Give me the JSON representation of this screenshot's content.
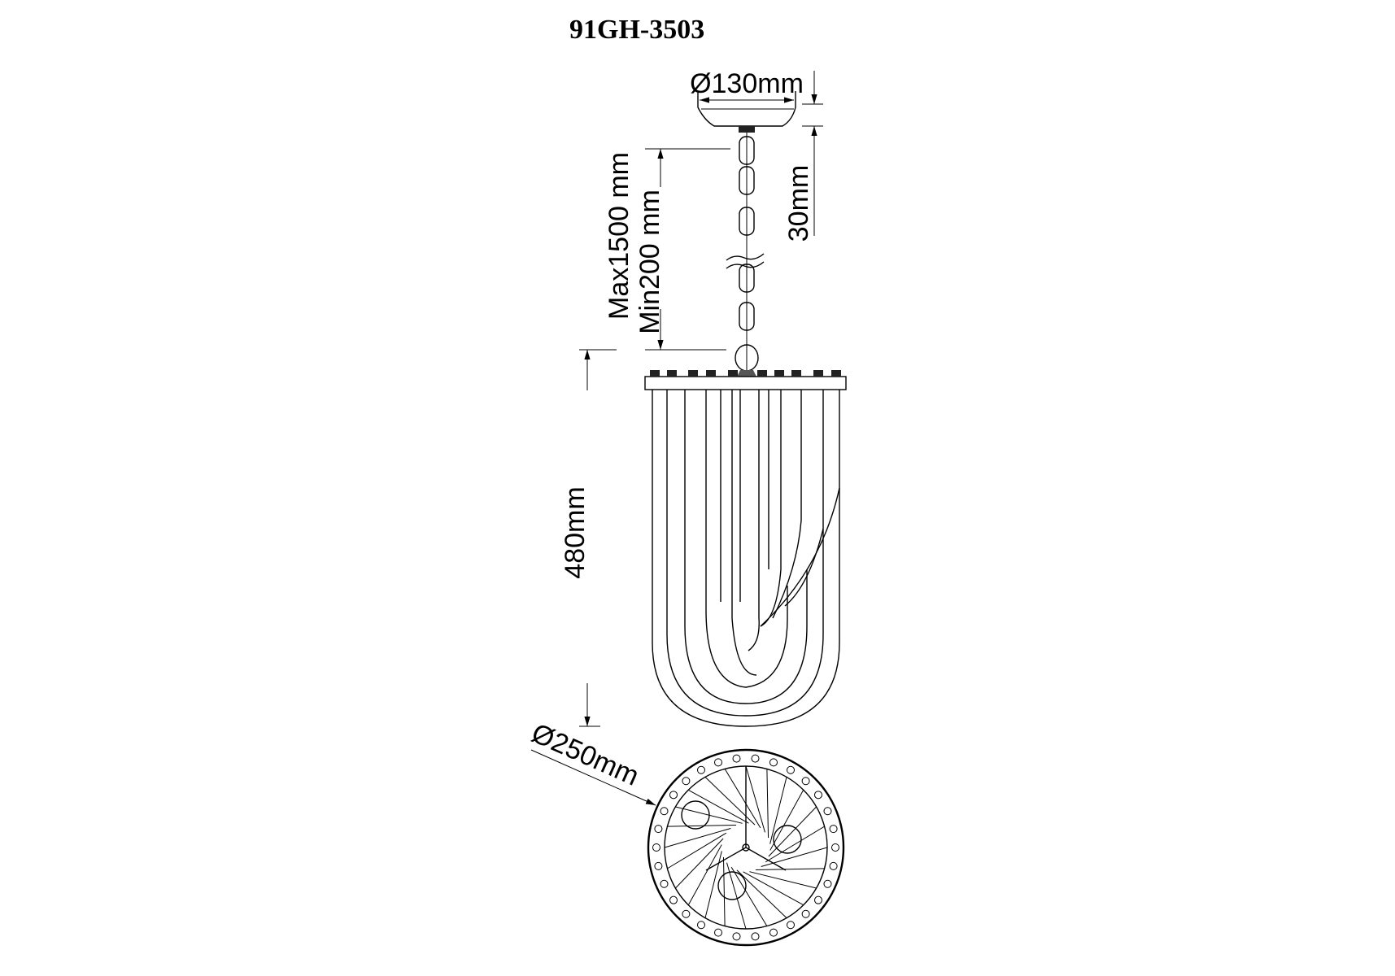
{
  "title": "91GH-3503",
  "dimensions": {
    "canopy_diameter": "Ø130mm",
    "canopy_height": "30mm",
    "chain_max": "Max1500 mm",
    "chain_min": "Min200 mm",
    "body_height": "480mm",
    "body_diameter": "Ø250mm"
  }
}
